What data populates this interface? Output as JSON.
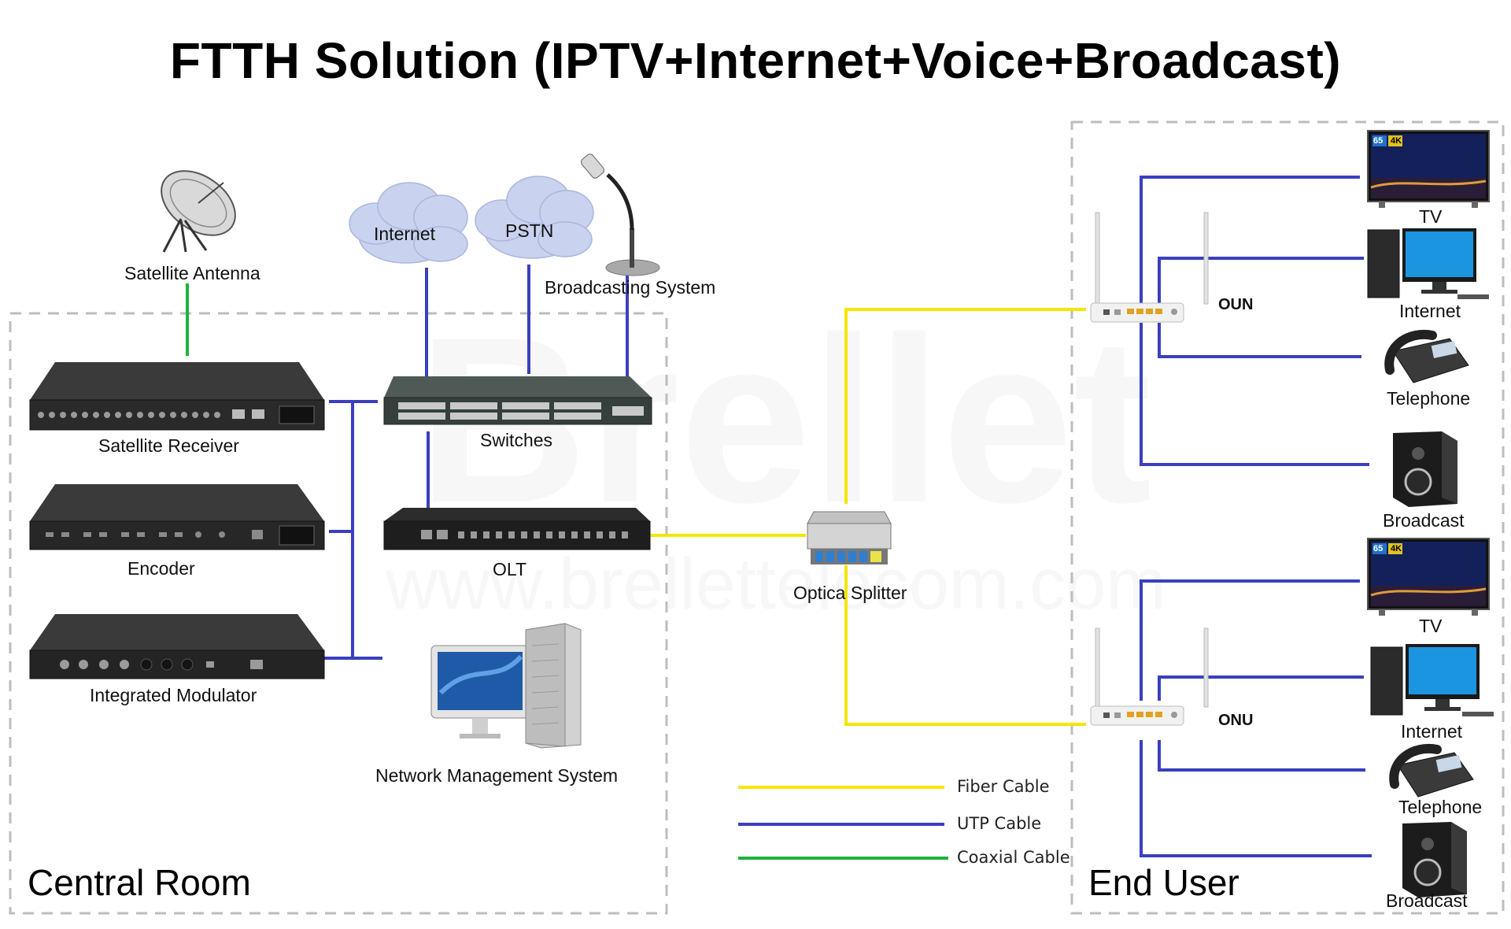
{
  "title": "FTTH Solution (IPTV+Internet+Voice+Broadcast)",
  "zones": {
    "central": "Central Room",
    "end_user": "End User"
  },
  "watermark": {
    "brand": "Brellet",
    "url": "www.brellettelecom.com"
  },
  "central": {
    "satellite_antenna": "Satellite Antenna",
    "internet_cloud": "Internet",
    "pstn_cloud": "PSTN",
    "broadcasting_system": "Broadcasting System",
    "satellite_receiver": "Satellite Receiver",
    "switches": "Switches",
    "encoder": "Encoder",
    "olt": "OLT",
    "integrated_modulator": "Integrated Modulator",
    "nms": "Network Management System"
  },
  "splitter": "Optica Splitter",
  "onu_top": {
    "label": "OUN",
    "tv": "TV",
    "internet": "Internet",
    "telephone": "Telephone",
    "broadcast": "Broadcast"
  },
  "onu_bottom": {
    "label": "ONU",
    "tv": "TV",
    "internet": "Internet",
    "telephone": "Telephone",
    "broadcast": "Broadcast"
  },
  "tv_badges": {
    "size": "65",
    "res": "4K"
  },
  "legend": [
    {
      "label": "Fiber Cable",
      "color": "#f5e600"
    },
    {
      "label": "UTP Cable",
      "color": "#3b3fbf"
    },
    {
      "label": "Coaxial Cable",
      "color": "#1fb33a"
    }
  ],
  "colors": {
    "fiber": "#f5e600",
    "utp": "#3b3fbf",
    "coax": "#1fb33a",
    "dash": "#bdbdbd"
  }
}
